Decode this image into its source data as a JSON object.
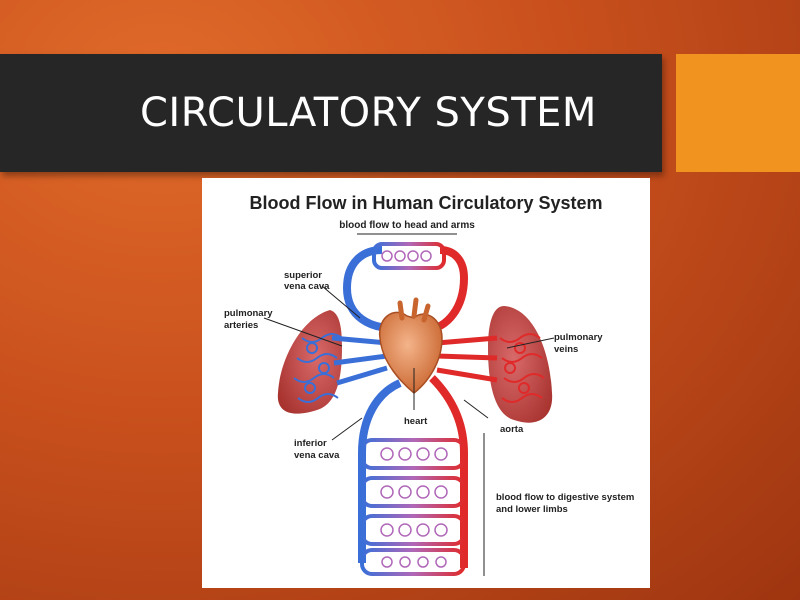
{
  "slide": {
    "title": "CIRCULATORY SYSTEM",
    "accent_color": "#f0941f",
    "title_bar_color": "#262626"
  },
  "diagram": {
    "title": "Blood Flow  in Human Circulatory System",
    "labels": {
      "head_arms": "blood flow to head and arms",
      "superior_1": "superior",
      "superior_2": "vena cava",
      "pulm_art_1": "pulmonary",
      "pulm_art_2": "arteries",
      "pulm_vein_1": "pulmonary",
      "pulm_vein_2": "veins",
      "heart": "heart",
      "aorta": "aorta",
      "inferior_1": "inferior",
      "inferior_2": "vena cava",
      "digestive_1": "blood flow to digestive system",
      "digestive_2": "and lower limbs"
    },
    "colors": {
      "vein": "#3a6fd8",
      "artery": "#e02a2a",
      "lung": "#b53a3a",
      "heart": "#e08b5a"
    }
  }
}
